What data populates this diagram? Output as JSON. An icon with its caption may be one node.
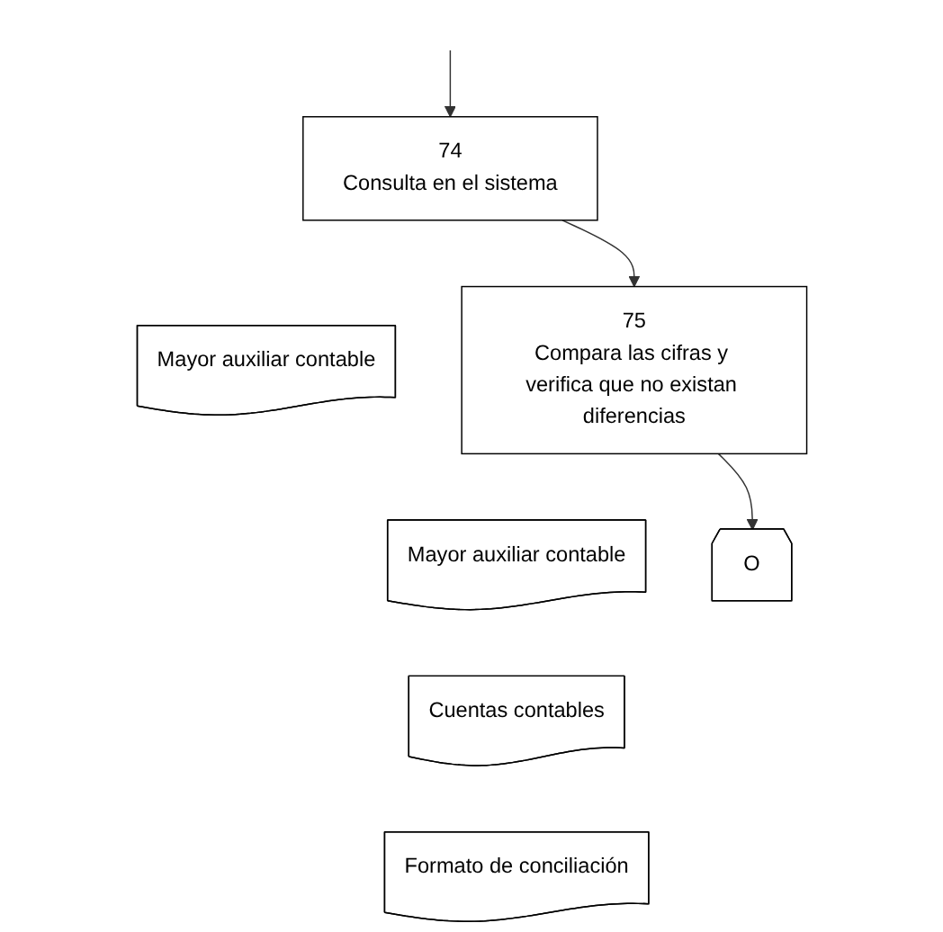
{
  "diagram": {
    "nodes": [
      {
        "text": [
          "74",
          "Consulta en el sistema"
        ]
      },
      {
        "text": [
          "Mayor auxiliar contable"
        ]
      },
      {
        "text": [
          "75",
          "Compara las cifras y verifica que no existan diferencias"
        ]
      },
      {
        "text": [
          "Mayor auxiliar contable"
        ]
      },
      {
        "text": [
          "Cuentas contables"
        ]
      },
      {
        "text": [
          "Formato de conciliación"
        ]
      },
      {
        "text": [
          "O"
        ]
      }
    ],
    "edges": [
      {
        "from": null,
        "to": 0,
        "arrow": "to"
      },
      {
        "from": 0,
        "to": 2,
        "arrow": "to"
      },
      {
        "from": 2,
        "to": 6,
        "arrow": "to"
      }
    ]
  }
}
